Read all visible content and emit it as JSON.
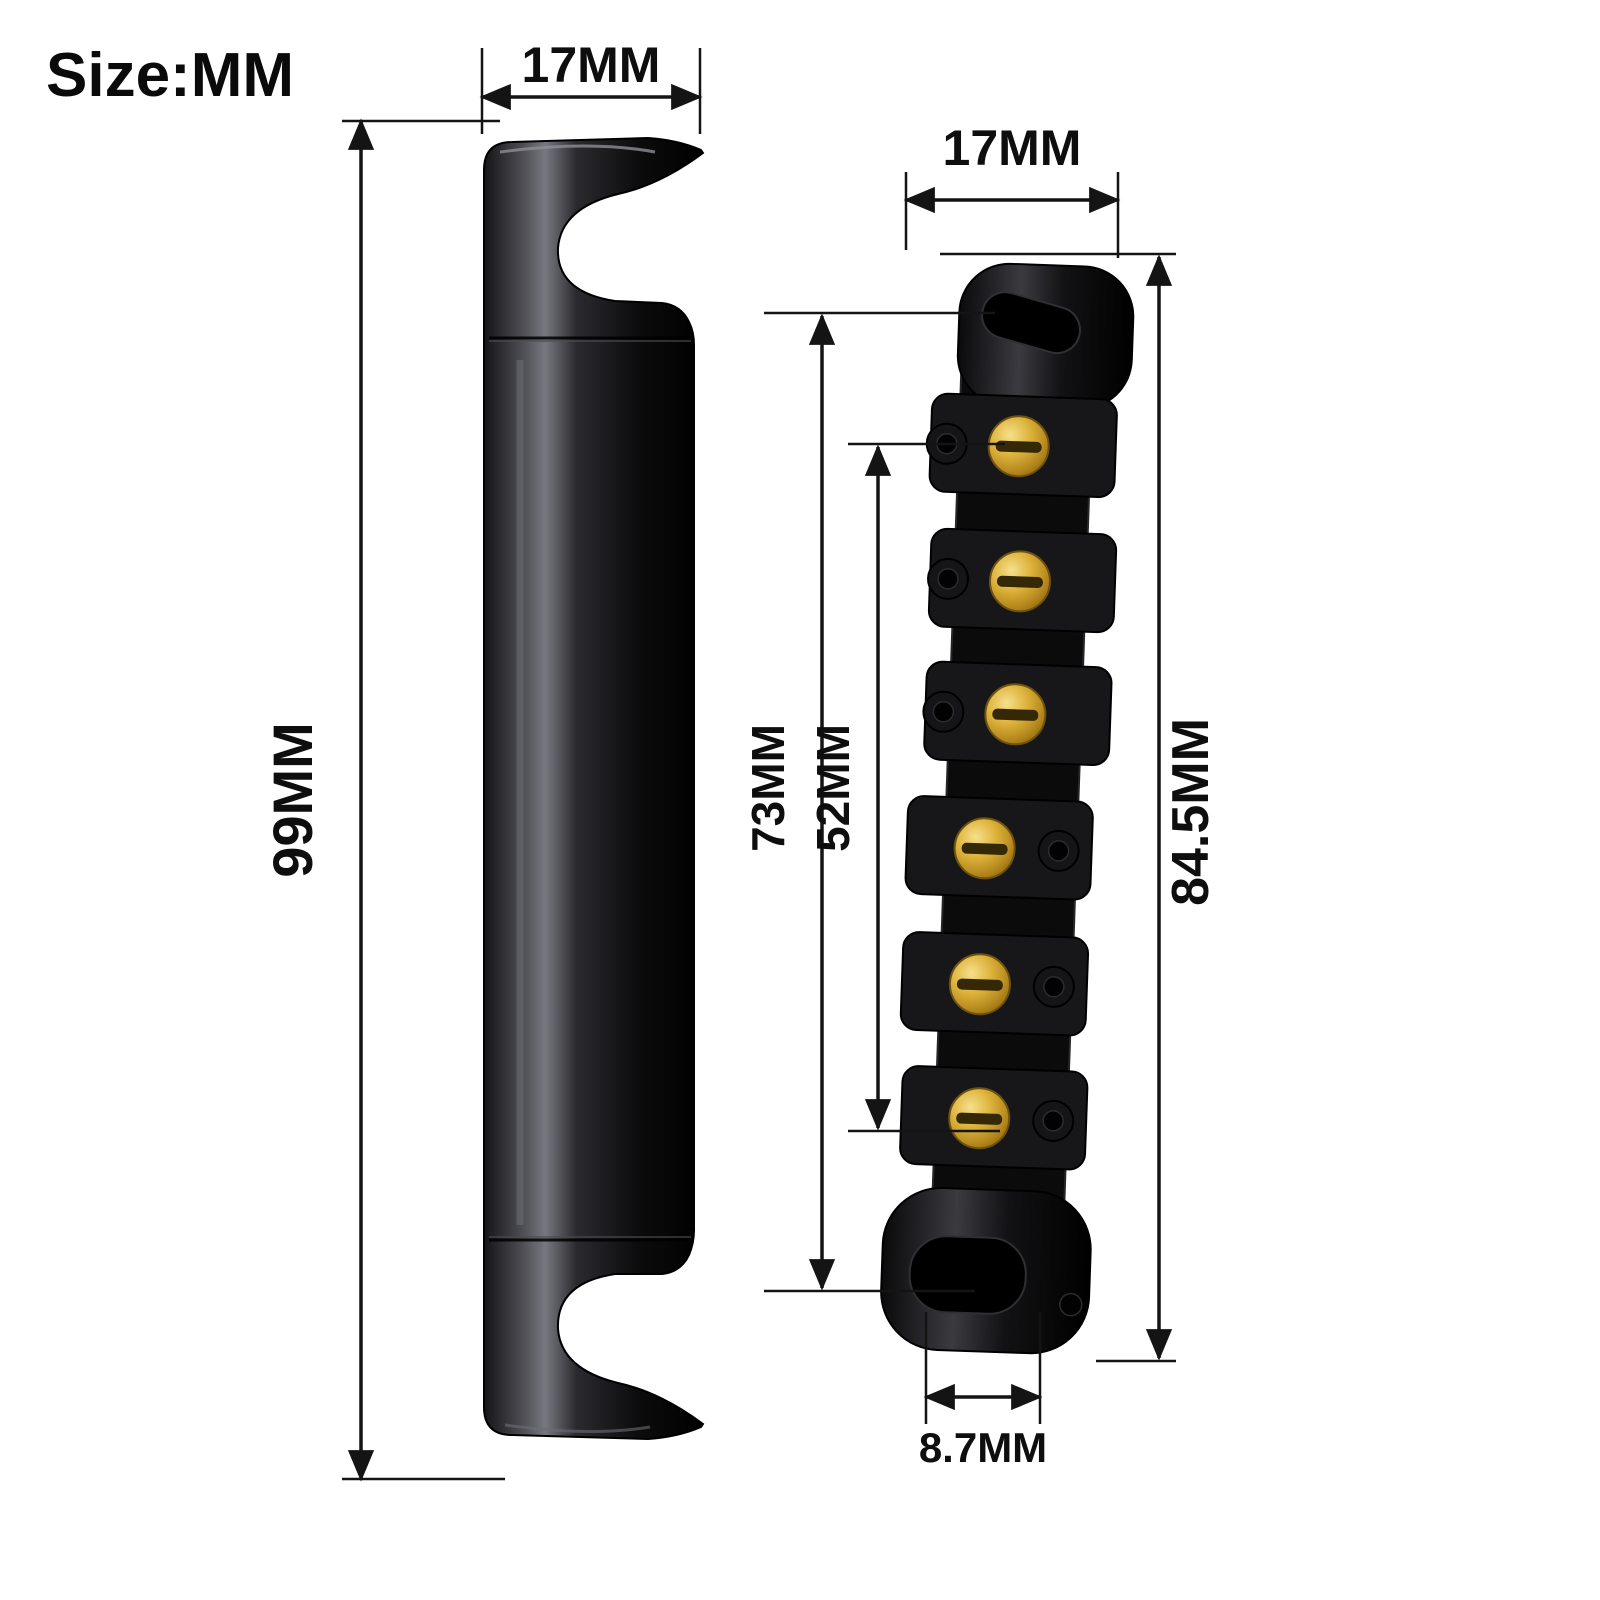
{
  "title": "Size:MM",
  "tailpiece": {
    "width_label": "17MM",
    "height_label": "99MM"
  },
  "bridge": {
    "width_label": "17MM",
    "total_height_label": "84.5MM",
    "post_span_label": "73MM",
    "saddle_span_label": "52MM",
    "slot_width_label": "8.7MM",
    "roller_count": 6
  },
  "colors": {
    "background": "#ffffff",
    "dimension_lines": "#141414",
    "text": "#0e0e0e",
    "hardware_black": "#0b0b0c",
    "roller_brass": "#d9ab2e"
  }
}
